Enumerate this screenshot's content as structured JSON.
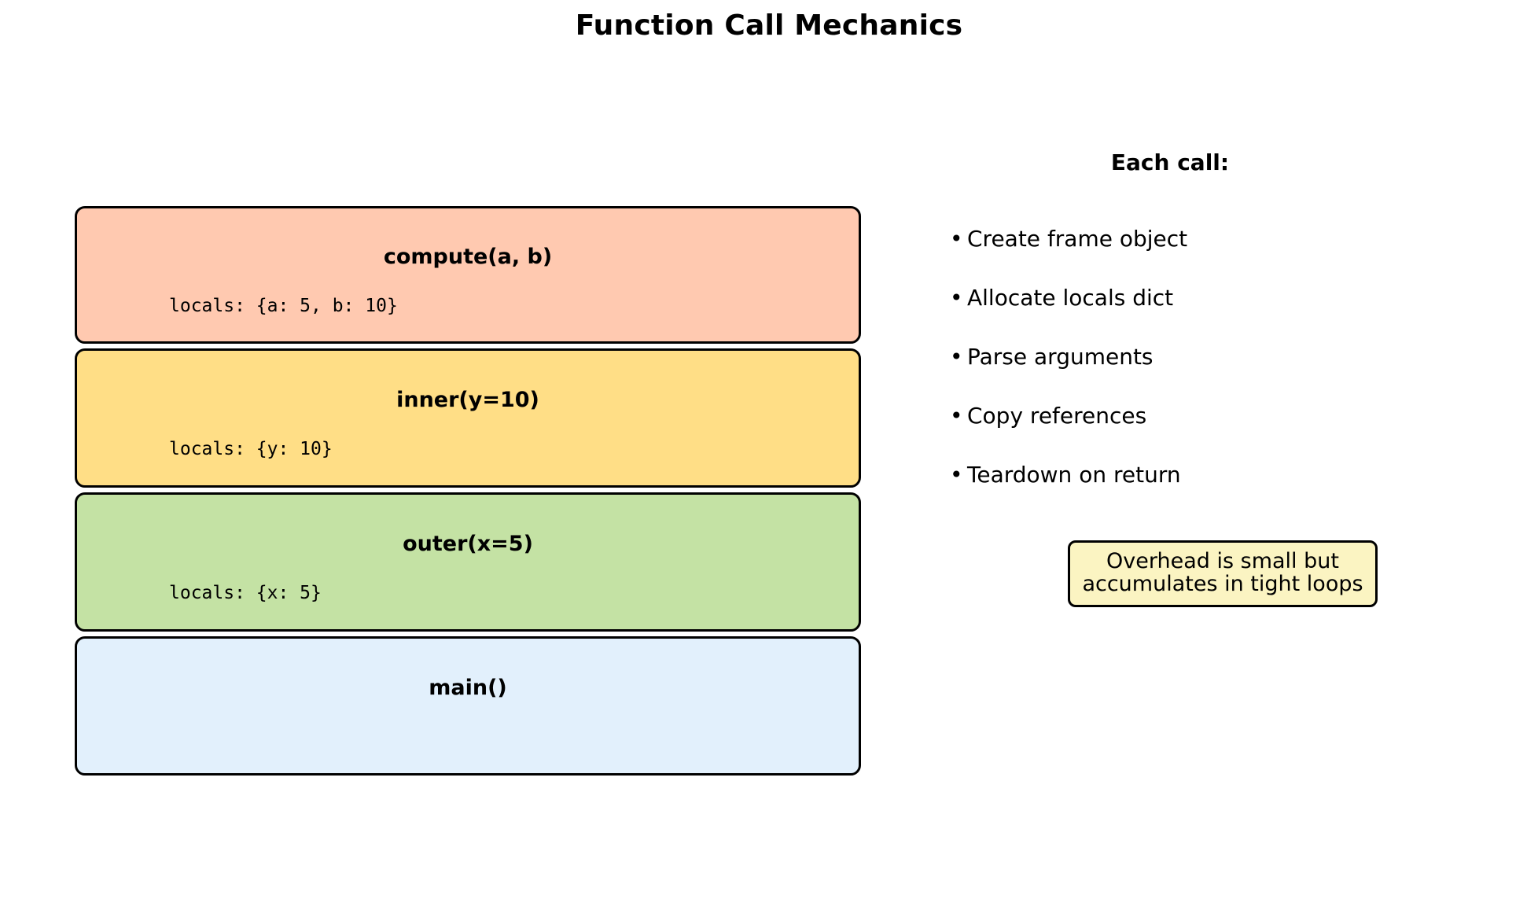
{
  "page": {
    "title": "Function Call Mechanics",
    "background_color": "#ffffff"
  },
  "call_stack": {
    "frames": [
      {
        "label": "compute(a, b)",
        "locals": "locals: {a: 5, b: 10}",
        "color": "#ffc9b0"
      },
      {
        "label": "inner(y=10)",
        "locals": "locals: {y: 10}",
        "color": "#ffde86"
      },
      {
        "label": "outer(x=5)",
        "locals": "locals: {x: 5}",
        "color": "#c4e2a4"
      },
      {
        "label": "main()",
        "locals": "",
        "color": "#e2f0fc"
      }
    ]
  },
  "notes": {
    "heading": "Each call:",
    "bullet_glyph": "•",
    "items": [
      {
        "text": "Create frame object"
      },
      {
        "text": "Allocate locals dict"
      },
      {
        "text": "Parse arguments"
      },
      {
        "text": "Copy references"
      },
      {
        "text": "Teardown on return"
      }
    ],
    "callout": {
      "line1": "Overhead is small but",
      "line2": "accumulates in tight loops",
      "background_color": "#fbf4c2",
      "border_color": "#000000"
    }
  }
}
